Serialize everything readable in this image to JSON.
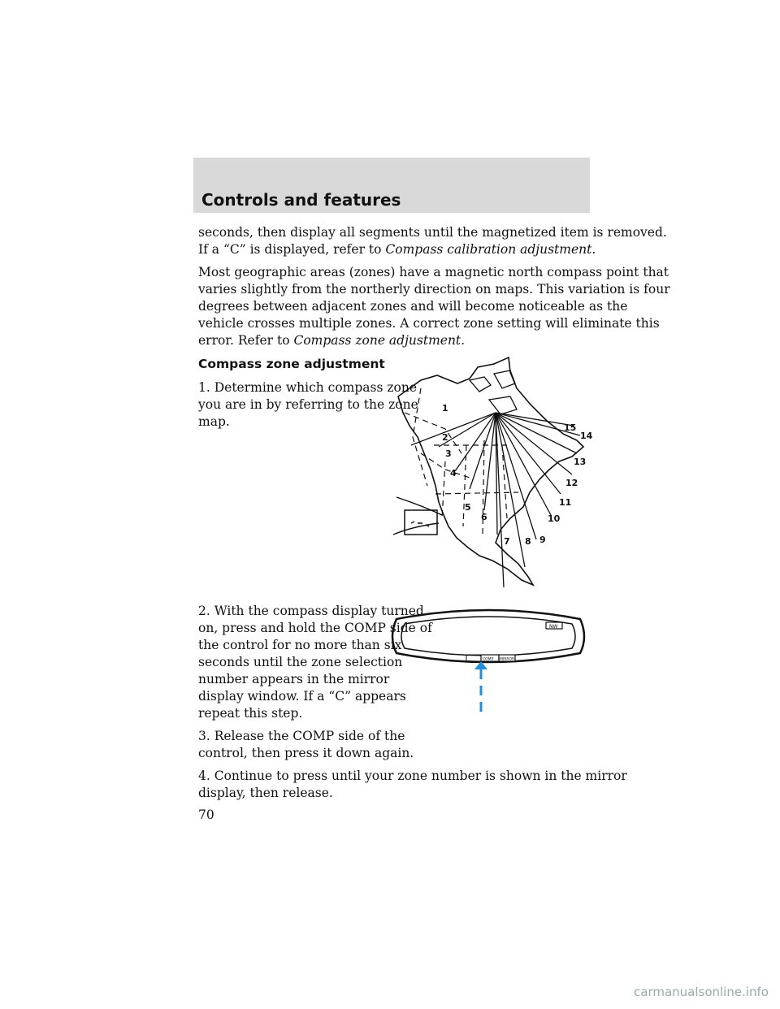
{
  "header": {
    "title": "Controls and features"
  },
  "intro": {
    "line1": "seconds, then display all segments until the magnetized item is removed.",
    "line2_plain": "If a “C” is displayed, refer to",
    "line2_italic": "Compass calibration adjustment."
  },
  "zones_paragraph": {
    "line1": "Most geographic areas (zones) have a magnetic north compass point that",
    "line2": "varies slightly from the northerly direction on maps. This variation is four",
    "line3": "degrees between adjacent zones and will become noticeable as the",
    "line4": "vehicle crosses multiple zones. A correct zone setting will eliminate this",
    "line5_plain": "error. Refer to",
    "line5_italic": "Compass zone adjustment."
  },
  "section": {
    "heading": "Compass zone adjustment"
  },
  "steps": {
    "step1": {
      "line1": "1. Determine which compass zone",
      "line2": "you are in by referring to the zone",
      "line3": "map."
    },
    "step2": {
      "line1": "2. With the compass display turned",
      "line2": "on, press and hold the COMP side of",
      "line3": "the control for no more than six",
      "line4": "seconds until the zone selection",
      "line5": "number appears in the mirror",
      "line6": "display window. If a “C” appears",
      "line7": "repeat this step."
    },
    "step3": {
      "line1": "3. Release the COMP side of the",
      "line2": "control, then press it down again."
    },
    "step4": {
      "line1": "4. Continue to press until your zone number is shown in the mirror",
      "line2": "display, then release."
    }
  },
  "zone_map": {
    "zone_labels": [
      "1",
      "2",
      "3",
      "4",
      "5",
      "6",
      "7",
      "8",
      "9",
      "10",
      "11",
      "12",
      "13",
      "14",
      "15"
    ]
  },
  "mirror": {
    "display_text": "NW",
    "comp_label": "COMP",
    "other_label": "MIRROR"
  },
  "page_number": "70",
  "watermark": "carmanualsonline.info"
}
